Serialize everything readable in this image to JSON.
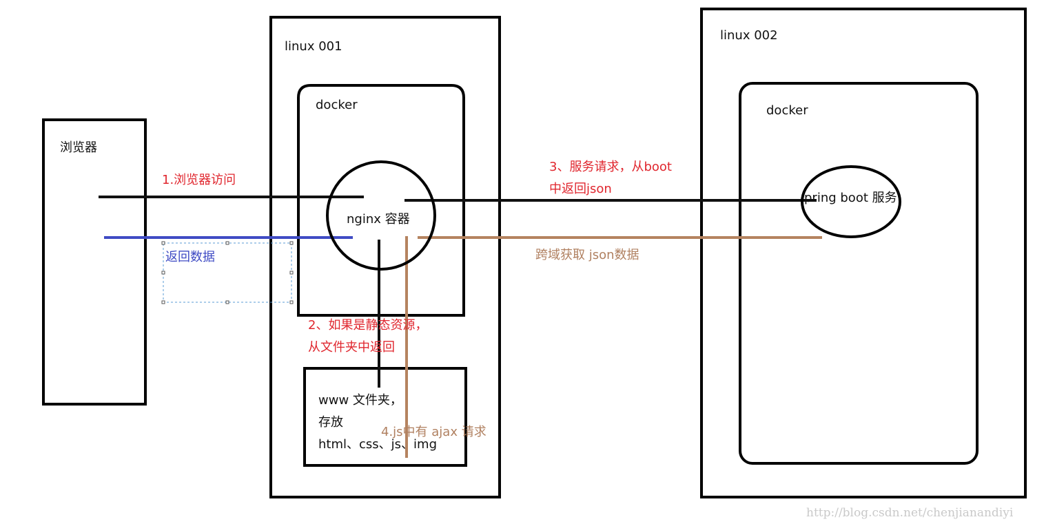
{
  "nodes": {
    "browser": "浏览器",
    "linux001": "linux 001",
    "docker1": "docker",
    "nginx": "nginx 容器",
    "www_line1": "www 文件夹，",
    "www_line2": "存放",
    "www_line3": "html、css、js、img",
    "linux002": "linux 002",
    "docker2": "docker",
    "springboot": "pring boot 服务"
  },
  "edges": {
    "step1": "1.浏览器访问",
    "return_data": "返回数据",
    "step2_line1": "2、如果是静态资源，",
    "step2_line2": "从文件夹中返回",
    "step3_line1": "3、服务请求，从boot",
    "step3_line2": "中返回json",
    "step4": "4.js中有 ajax 请求",
    "cross_domain": "跨域获取 json数据"
  },
  "colors": {
    "outline": "#000000",
    "request": "#111111",
    "response": "#3f4bc4",
    "ajax": "#b5835f",
    "annotation": "#e0262e"
  },
  "watermark": "http://blog.csdn.net/chenjianandiyi"
}
